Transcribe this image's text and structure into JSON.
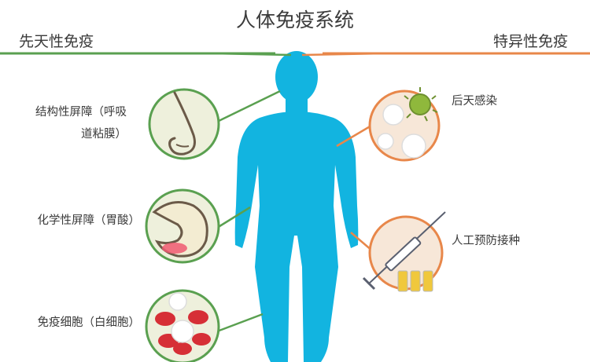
{
  "title": "人体免疫系统",
  "innate": {
    "heading": "先天性免疫",
    "items": [
      {
        "line1": "结构性屏障（呼吸",
        "line2": "道粘膜）",
        "icon": "nose-icon"
      },
      {
        "label": "化学性屏障（胃酸）",
        "icon": "stomach-icon"
      },
      {
        "label": "免疫细胞（白细胞）",
        "icon": "blood-cells-icon"
      }
    ]
  },
  "adaptive": {
    "heading": "特异性免疫",
    "items": [
      {
        "label": "后天感染",
        "icon": "virus-icon"
      },
      {
        "label": "人工预防接种",
        "icon": "syringe-icon"
      }
    ]
  },
  "colors": {
    "body": "#12b4e0",
    "innate_accent": "#5aa050",
    "adaptive_accent": "#e8874a",
    "circle_fill": "#eef0dc"
  }
}
